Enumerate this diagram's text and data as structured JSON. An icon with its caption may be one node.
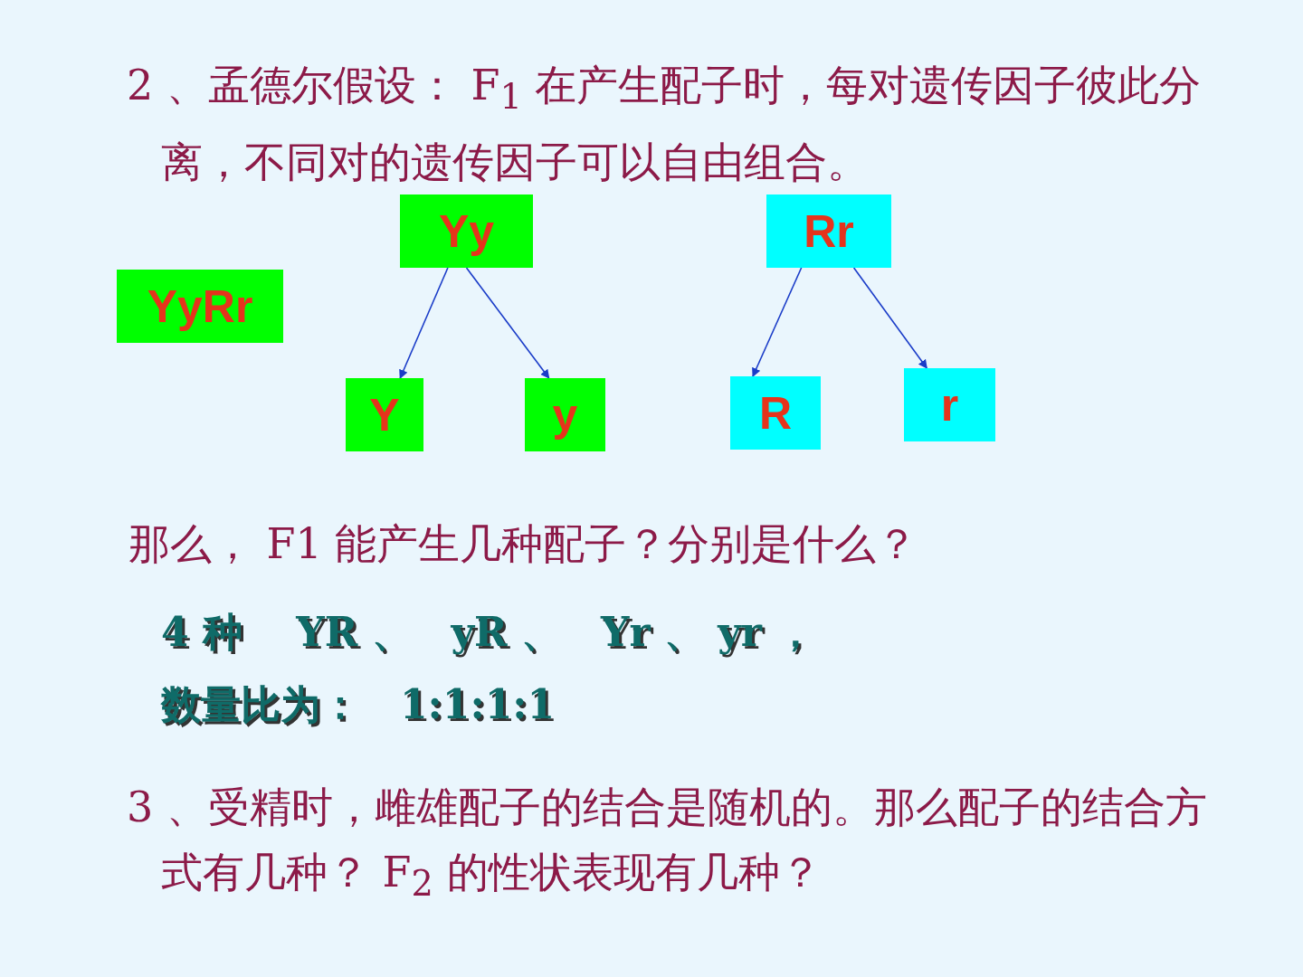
{
  "diagram": {
    "nodes": [
      {
        "text": [
          "YyRr"
        ]
      },
      {
        "text": [
          "Yy"
        ]
      },
      {
        "text": [
          "Rr"
        ]
      },
      {
        "text": [
          "Y"
        ]
      },
      {
        "text": [
          "y"
        ]
      },
      {
        "text": [
          "R"
        ]
      },
      {
        "text": [
          "r"
        ]
      }
    ],
    "edges": [
      {
        "from": 1,
        "to": 3,
        "arrow": "to"
      },
      {
        "from": 1,
        "to": 4,
        "arrow": "to"
      },
      {
        "from": 2,
        "to": 5,
        "arrow": "to"
      },
      {
        "from": 2,
        "to": 6,
        "arrow": "to"
      }
    ],
    "labels": [
      "2 、孟德尔假设： F$_{1}$ 在产生配子时，每对遗传因子彼此分离，不同对的遗传因子可以自由组合。",
      "那么， F1 能产生几种配子？分别是什么？",
      "4 种　 YR 、　yR 、　Yr 、 yr ，",
      "数量比为：　1:1:1:1",
      "3 、受精时，雌雄配子的结合是随机的。那么配子的结合方式有几种？ F$_{2}$ 的性状表现有几种？"
    ]
  }
}
